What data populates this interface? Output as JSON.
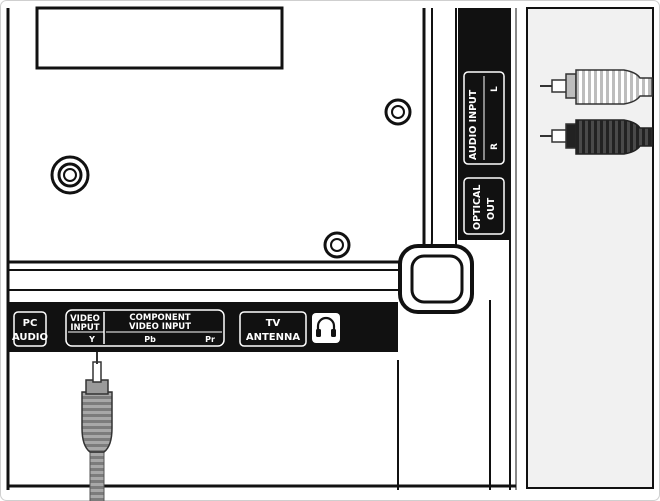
{
  "labels": {
    "pc_audio_line1": "PC",
    "pc_audio_line2": "AUDIO",
    "video_input_line1": "VIDEO",
    "video_input_line2": "INPUT",
    "component_line1": "COMPONENT",
    "component_line2": "VIDEO INPUT",
    "component_y": "Y",
    "component_pb": "Pb",
    "component_pr": "Pr",
    "tv_antenna_line1": "TV",
    "tv_antenna_line2": "ANTENNA",
    "audio_input": "AUDIO INPUT",
    "audio_input_l": "L",
    "audio_input_r": "R",
    "optical_line1": "OPTICAL",
    "optical_line2": "OUT"
  },
  "icons": {
    "headphone": "headphone-icon"
  },
  "colors": {
    "ink": "#111111",
    "panel_bg": "#ffffff",
    "side_bg": "#f1f1f1",
    "cable_gray": "#9b9b9b",
    "cable_dark": "#3a3a3a"
  }
}
